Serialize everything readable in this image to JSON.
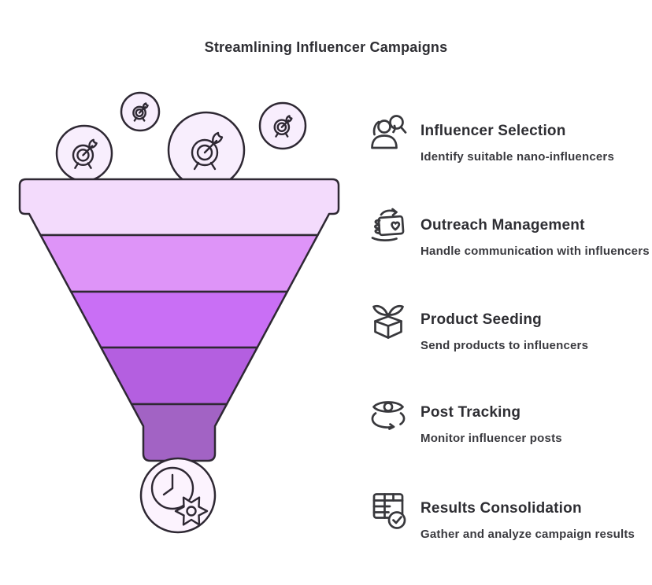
{
  "title": "Streamlining Influencer Campaigns",
  "funnel": {
    "stages": [
      {
        "color": "#f3dbfc"
      },
      {
        "color": "#de94f8"
      },
      {
        "color": "#c96ff5"
      },
      {
        "color": "#b45fe0"
      },
      {
        "color": "#a263c4"
      }
    ],
    "input_icon": "dart-target-icon",
    "output_icon": "clock-gear-icon"
  },
  "steps": [
    {
      "title": "Influencer Selection",
      "subtitle": "Identify suitable nano-influencers",
      "icon": "people-search-icon"
    },
    {
      "title": "Outreach Management",
      "subtitle": "Handle communication with influencers",
      "icon": "hand-heart-card-icon"
    },
    {
      "title": "Product Seeding",
      "subtitle": "Send products to influencers",
      "icon": "sprout-box-icon"
    },
    {
      "title": "Post Tracking",
      "subtitle": "Monitor influencer posts",
      "icon": "eye-refresh-icon"
    },
    {
      "title": "Results Consolidation",
      "subtitle": "Gather and analyze campaign results",
      "icon": "table-check-icon"
    }
  ],
  "colors": {
    "outline": "#2e2833",
    "bubble_fill": "#f8eefd",
    "bottom_bubble_fill": "#fcf3fe",
    "title_text": "#2e2e33",
    "subtitle_text": "#3a3a3f",
    "background": "#ffffff"
  }
}
